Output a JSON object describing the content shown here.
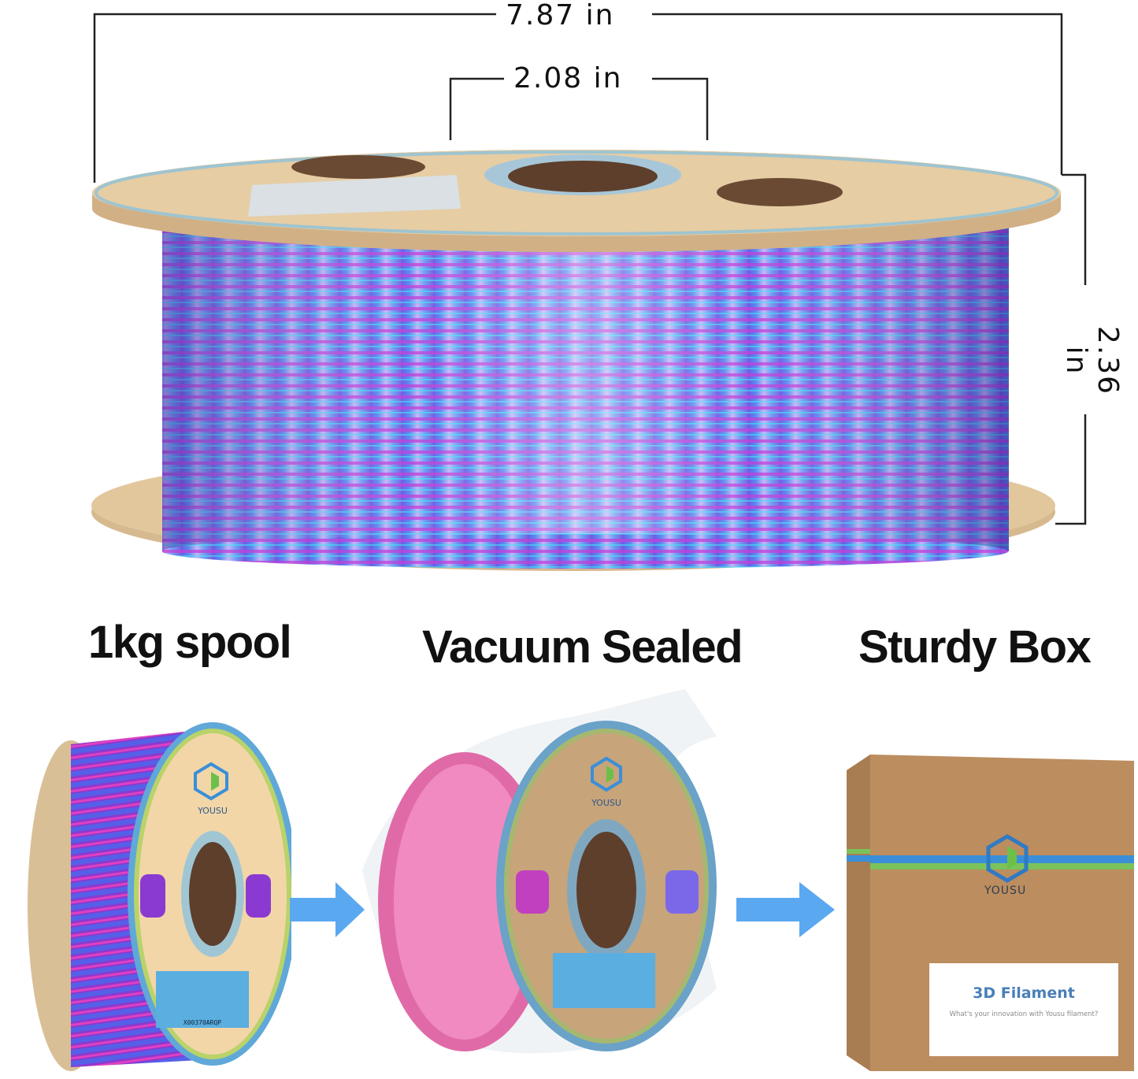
{
  "dimensions": {
    "width": "7.87 in",
    "core": "2.08 in",
    "height": "2.36 in"
  },
  "captions": {
    "spool": "1kg spool",
    "vacuum": "Vacuum Sealed",
    "box": "Sturdy Box"
  },
  "brand": {
    "logo_text": "YOUSU",
    "box_label_title": "3D Filament",
    "box_label_sub": "What's your innovation with Yousu filament?"
  },
  "colors": {
    "cardboard": "#d8b88c",
    "filament_blue": "#5a8cf0",
    "filament_purple": "#c050e0",
    "filament_cyan": "#3fe0f0",
    "arrow": "#5aa8f0",
    "box": "#b98a5c"
  },
  "icons": [
    "arrow-right-icon",
    "arrow-right-icon",
    "yousu-logo-icon"
  ]
}
